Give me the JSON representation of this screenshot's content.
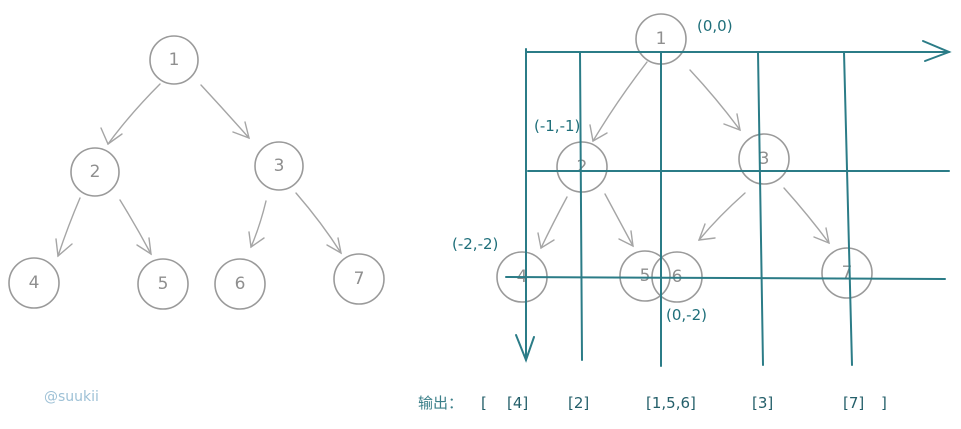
{
  "diagram": {
    "left_tree": {
      "nodes": [
        "1",
        "2",
        "3",
        "4",
        "5",
        "6",
        "7"
      ]
    },
    "right_tree": {
      "nodes": [
        "1",
        "2",
        "3",
        "4",
        "5",
        "6",
        "7"
      ]
    },
    "coordinates": {
      "root": "(0,0)",
      "left_child": "(-1,-1)",
      "left_grandchild": "(-2,-2)",
      "overlap": "(0,-2)"
    },
    "output": {
      "label": "输出：",
      "open_bracket": "[",
      "items": [
        "[4]",
        "[2]",
        "[1,5,6]",
        "[3]",
        "[7]"
      ],
      "close_bracket": "]"
    },
    "signature": "@suukii",
    "colors": {
      "grid": "#2b7c87",
      "node_stroke": "#9a9a9a",
      "edge": "#a5a5a5",
      "signature": "#9ec1d6"
    }
  }
}
